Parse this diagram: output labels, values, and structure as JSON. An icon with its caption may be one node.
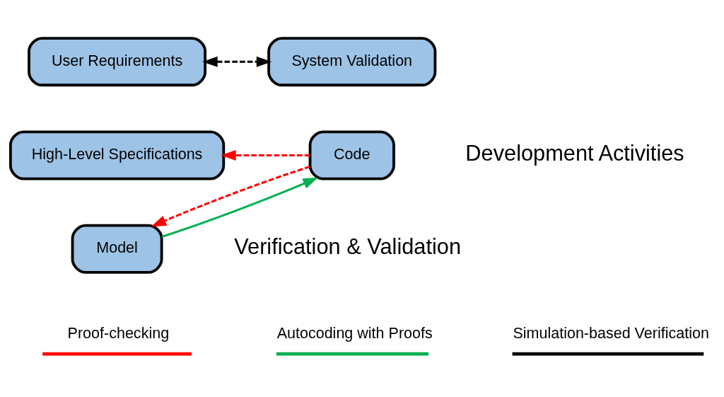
{
  "diagram": {
    "nodes": [
      {
        "text": [
          "User Requirements"
        ]
      },
      {
        "text": [
          "System Validation"
        ]
      },
      {
        "text": [
          "High-Level Specifications"
        ]
      },
      {
        "text": [
          "Model"
        ]
      },
      {
        "text": [
          "Code"
        ]
      }
    ],
    "edges": [
      {
        "from": 0,
        "to": 1,
        "arrow": "both",
        "style": "dashed",
        "color": "#000000"
      },
      {
        "from": 4,
        "to": 2,
        "arrow": "to",
        "style": "dashed",
        "color": "#ff0000"
      },
      {
        "from": 4,
        "to": 3,
        "arrow": "to",
        "style": "dashed",
        "color": "#ff0000"
      },
      {
        "from": 3,
        "to": 4,
        "arrow": "to",
        "color": "#00b050"
      }
    ],
    "labels": [
      "Development Activities",
      "Verification & Validation"
    ],
    "legend": [
      {
        "text": "Proof-checking"
      },
      {
        "text": "Autocoding with Proofs"
      },
      {
        "text": "Simulation-based Verification"
      }
    ]
  }
}
